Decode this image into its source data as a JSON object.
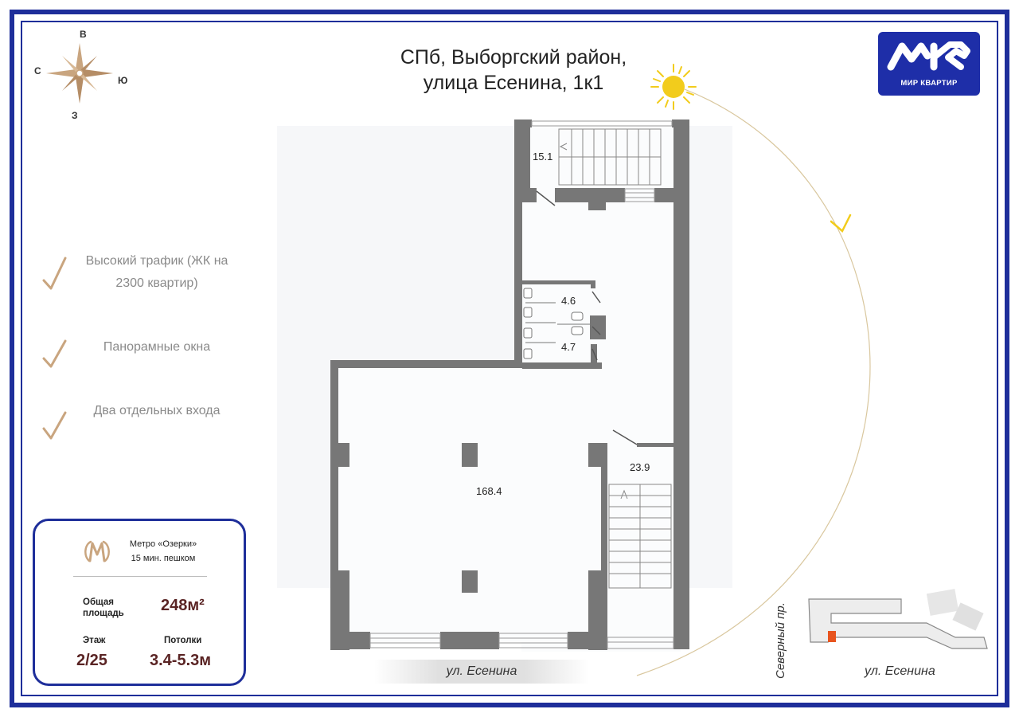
{
  "address": {
    "line1": "СПб, Выборгский район,",
    "line2": "улица Есенина, 1к1"
  },
  "logo": {
    "text": "МИР КВАРТИР",
    "color": "#1e2ea8"
  },
  "compass": {
    "north": "В",
    "west": "С",
    "east": "Ю",
    "south": "З"
  },
  "features": [
    {
      "text": "Высокий трафик (ЖК на 2300 квартир)"
    },
    {
      "text": "Панорамные окна"
    },
    {
      "text": "Два отдельных входа"
    }
  ],
  "info": {
    "metro_name": "Метро «Озерки»",
    "metro_walk": "15 мин. пешком",
    "area_label_1": "Общая",
    "area_label_2": "площадь",
    "area_value": "248м²",
    "floor_label": "Этаж",
    "floor_value": "2/25",
    "ceiling_label": "Потолки",
    "ceiling_value": "3.4-5.3м"
  },
  "rooms": {
    "stair_top": "15.1",
    "wc_1": "4.6",
    "wc_2": "4.7",
    "main_hall": "168.4",
    "stair_bottom": "23.9"
  },
  "streets": {
    "main": "ул. Есенина",
    "map_street": "ул. Есенина",
    "map_avenue": "Северный пр."
  },
  "colors": {
    "frame": "#1e2e9a",
    "wall": "#777777",
    "accent": "#c9a57f",
    "sun": "#f2cc1c",
    "marker": "#e8541e"
  }
}
